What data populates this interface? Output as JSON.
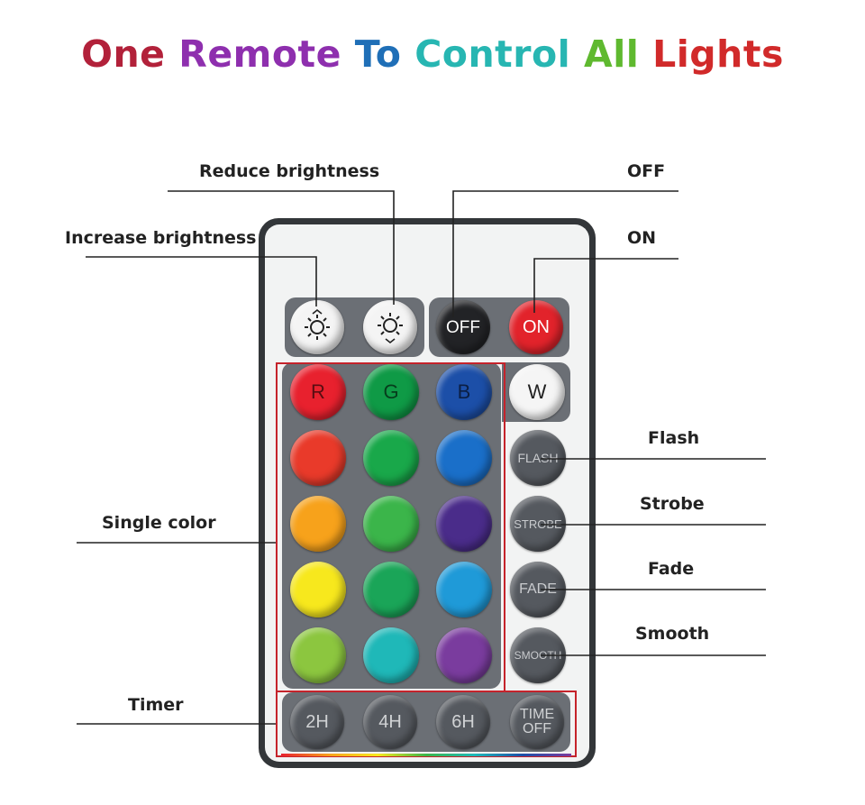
{
  "title": {
    "words": [
      {
        "text": "One",
        "color": "#b2213a"
      },
      {
        "text": "Remote",
        "color": "#8e2fae"
      },
      {
        "text": "To",
        "color": "#1f6fb7"
      },
      {
        "text": "Control",
        "color": "#27b6b2"
      },
      {
        "text": "All",
        "color": "#5fb92f"
      },
      {
        "text": "Lights",
        "color": "#d12a2a"
      }
    ]
  },
  "callouts": {
    "reduce_brightness": "Reduce brightness",
    "off": "OFF",
    "increase_brightness": "Increase brightness",
    "on": "ON",
    "flash": "Flash",
    "strobe": "Strobe",
    "single_color": "Single color",
    "fade": "Fade",
    "smooth": "Smooth",
    "timer": "Timer"
  },
  "buttons": {
    "brightness_up_icon": "sun-up-icon",
    "brightness_down_icon": "sun-down-icon",
    "off": "OFF",
    "on": "ON",
    "r": "R",
    "g": "G",
    "b": "B",
    "w": "W",
    "flash": "FLASH",
    "strobe": "STROBE",
    "fade": "FADE",
    "smooth": "SMOOTH",
    "timer_2h": "2H",
    "timer_4h": "4H",
    "timer_6h": "6H",
    "time_off_line1": "TIME",
    "time_off_line2": "OFF"
  },
  "color_buttons": [
    [
      "#e8212e",
      "#0f9a46",
      "#1c4fa8"
    ],
    [
      "#e93a2a",
      "#19a84a",
      "#1a6fc9"
    ],
    [
      "#f7a21b",
      "#3bb54a",
      "#4a2c8a"
    ],
    [
      "#f7e81d",
      "#1aa558",
      "#1f9ad8"
    ],
    [
      "#8cc63f",
      "#1fb8b8",
      "#7a3c9e"
    ]
  ],
  "colors": {
    "frame": "#c5232b",
    "panel": "#6b6f75",
    "off_button": "#222326",
    "on_button": "#e2232b",
    "white_button": "#f5f5f5",
    "mode_button": "#55595f"
  }
}
